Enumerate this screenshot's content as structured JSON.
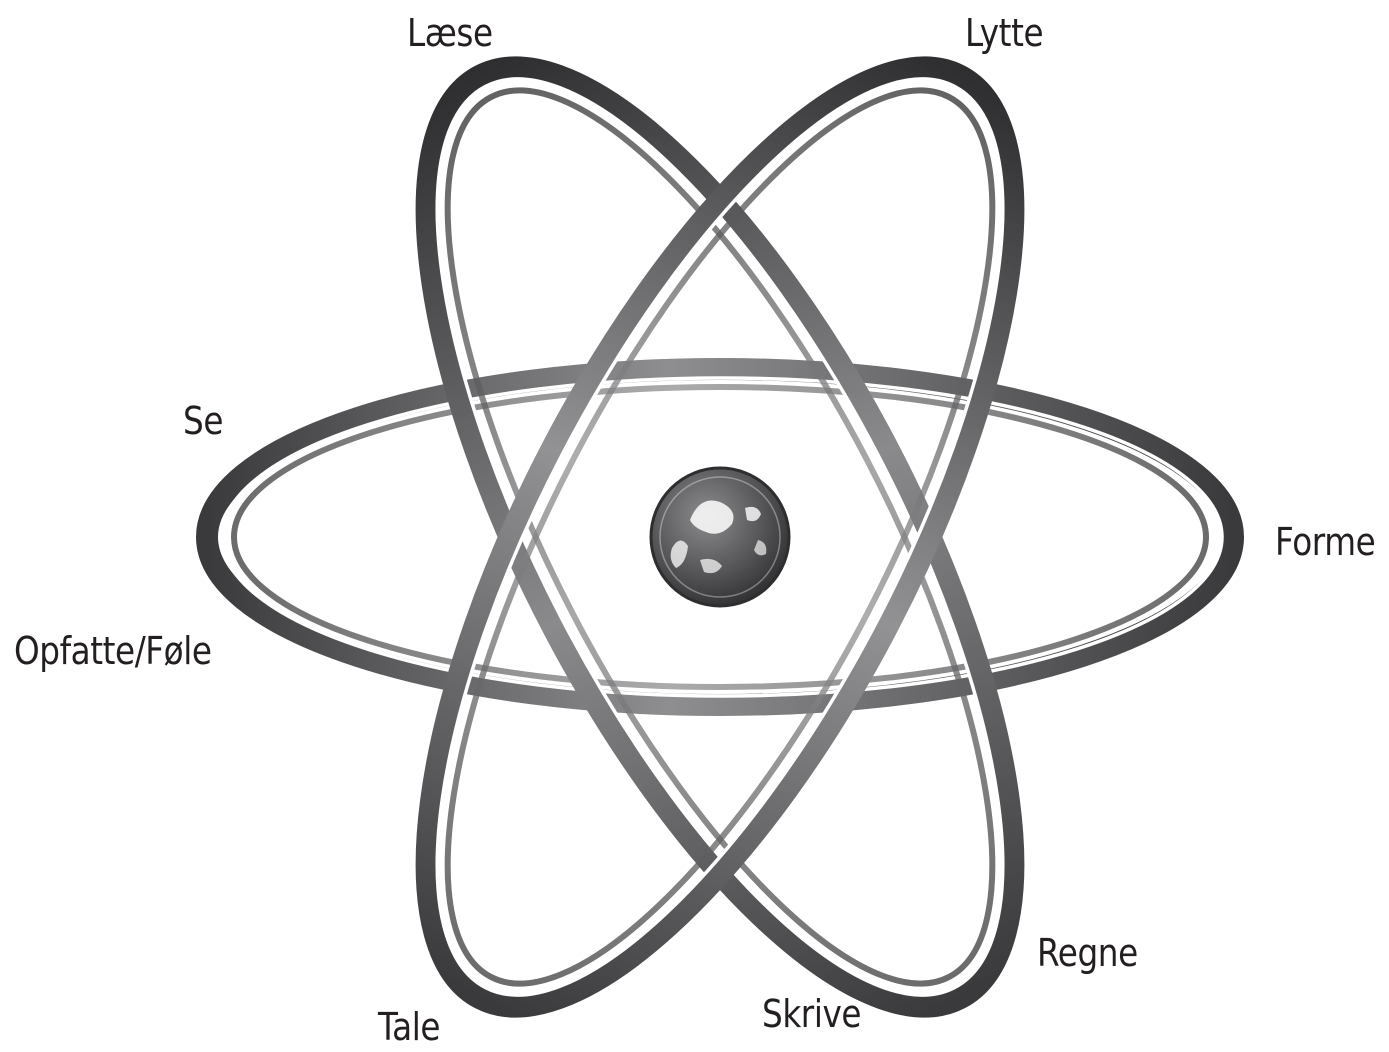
{
  "labels": {
    "top_left": "Læse",
    "top_right": "Lytte",
    "left_upper": "Se",
    "right": "Forme",
    "left_lower": "Opfatte/Føle",
    "bottom_right": "Regne",
    "bottom_center": "Skrive",
    "bottom_left": "Tale"
  },
  "colors": {
    "orbit_dark": "#3a3a3c",
    "orbit_mid": "#6b6b6d",
    "orbit_light": "#9a9a9c",
    "nucleus": "#555557",
    "text": "#231f20"
  }
}
